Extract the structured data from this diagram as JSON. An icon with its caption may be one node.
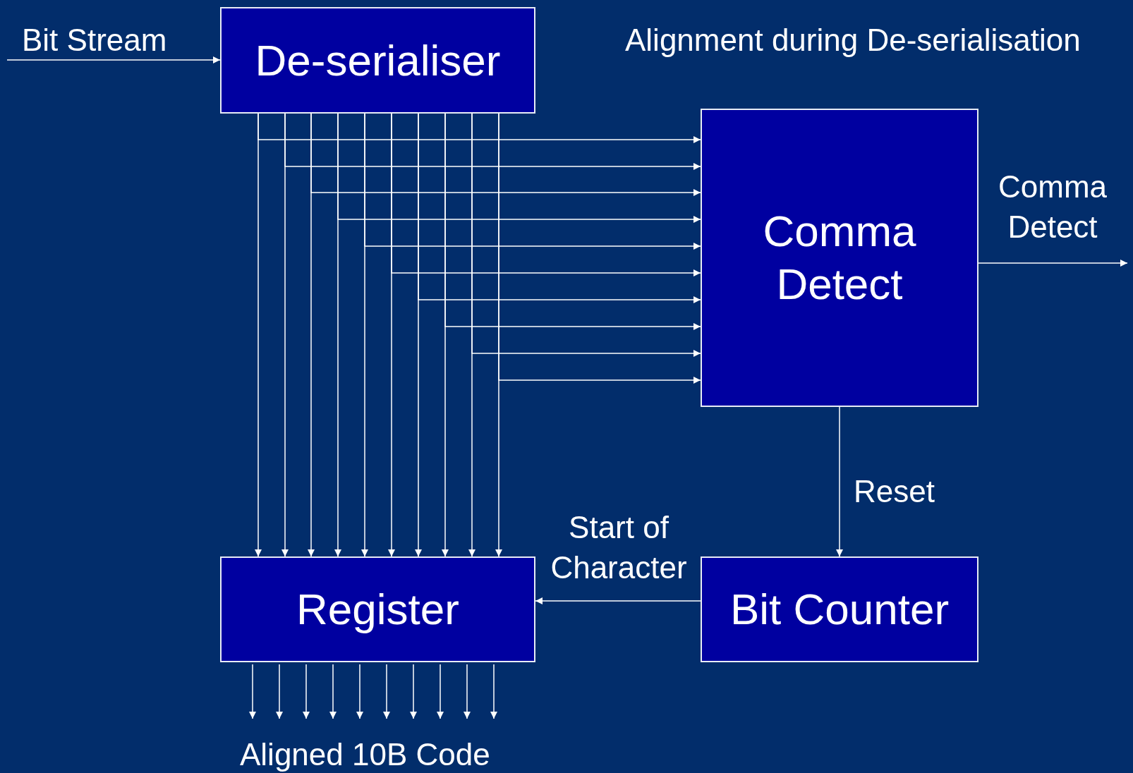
{
  "diagram": {
    "title": "Alignment during De-serialisation",
    "nodes": [
      {
        "text": [
          "De-serialiser"
        ]
      },
      {
        "text": [
          "Comma Detect"
        ]
      },
      {
        "text": [
          "Register"
        ]
      },
      {
        "text": [
          "Bit Counter"
        ]
      }
    ],
    "edges": [
      {
        "from": null,
        "to": 0,
        "arrow": "to",
        "label": "Bit Stream"
      },
      {
        "from": 0,
        "to": 1,
        "arrow": "to"
      },
      {
        "from": 0,
        "to": 1,
        "arrow": "to"
      },
      {
        "from": 0,
        "to": 1,
        "arrow": "to"
      },
      {
        "from": 0,
        "to": 1,
        "arrow": "to"
      },
      {
        "from": 0,
        "to": 1,
        "arrow": "to"
      },
      {
        "from": 0,
        "to": 1,
        "arrow": "to"
      },
      {
        "from": 0,
        "to": 1,
        "arrow": "to"
      },
      {
        "from": 0,
        "to": 1,
        "arrow": "to"
      },
      {
        "from": 0,
        "to": 1,
        "arrow": "to"
      },
      {
        "from": 0,
        "to": 1,
        "arrow": "to"
      },
      {
        "from": 0,
        "to": 2,
        "arrow": "to"
      },
      {
        "from": 0,
        "to": 2,
        "arrow": "to"
      },
      {
        "from": 0,
        "to": 2,
        "arrow": "to"
      },
      {
        "from": 0,
        "to": 2,
        "arrow": "to"
      },
      {
        "from": 0,
        "to": 2,
        "arrow": "to"
      },
      {
        "from": 0,
        "to": 2,
        "arrow": "to"
      },
      {
        "from": 0,
        "to": 2,
        "arrow": "to"
      },
      {
        "from": 0,
        "to": 2,
        "arrow": "to"
      },
      {
        "from": 0,
        "to": 2,
        "arrow": "to"
      },
      {
        "from": 0,
        "to": 2,
        "arrow": "to"
      },
      {
        "from": 1,
        "to": null,
        "arrow": "to",
        "label": "Comma Detect"
      },
      {
        "from": 1,
        "to": 3,
        "arrow": "to",
        "label": "Reset"
      },
      {
        "from": 3,
        "to": 2,
        "arrow": "to",
        "label": "Start of Character"
      },
      {
        "from": 2,
        "to": null,
        "arrow": "to"
      },
      {
        "from": 2,
        "to": null,
        "arrow": "to"
      },
      {
        "from": 2,
        "to": null,
        "arrow": "to"
      },
      {
        "from": 2,
        "to": null,
        "arrow": "to"
      },
      {
        "from": 2,
        "to": null,
        "arrow": "to"
      },
      {
        "from": 2,
        "to": null,
        "arrow": "to"
      },
      {
        "from": 2,
        "to": null,
        "arrow": "to"
      },
      {
        "from": 2,
        "to": null,
        "arrow": "to"
      },
      {
        "from": 2,
        "to": null,
        "arrow": "to"
      },
      {
        "from": 2,
        "to": null,
        "arrow": "to"
      }
    ],
    "labels": [
      "Aligned 10B Code"
    ]
  }
}
